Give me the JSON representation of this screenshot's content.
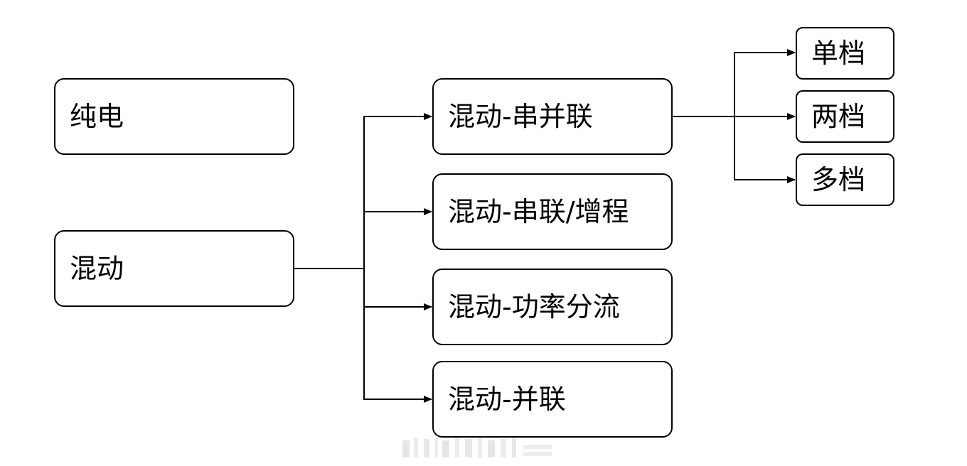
{
  "diagram": {
    "nodes": {
      "pure_electric": "纯电",
      "hybrid": "混动",
      "hybrid_series_parallel": "混动-串并联",
      "hybrid_series_erev": "混动-串联/增程",
      "hybrid_power_split": "混动-功率分流",
      "hybrid_parallel": "混动-并联",
      "single_gear": "单档",
      "two_gear": "两档",
      "multi_gear": "多档"
    },
    "edges": [
      [
        "hybrid",
        "hybrid_series_parallel"
      ],
      [
        "hybrid",
        "hybrid_series_erev"
      ],
      [
        "hybrid",
        "hybrid_power_split"
      ],
      [
        "hybrid",
        "hybrid_parallel"
      ],
      [
        "hybrid_series_parallel",
        "single_gear"
      ],
      [
        "hybrid_series_parallel",
        "two_gear"
      ],
      [
        "hybrid_series_parallel",
        "multi_gear"
      ]
    ],
    "colors": {
      "stroke": "#000000",
      "fill": "#ffffff",
      "text": "#000000"
    }
  }
}
